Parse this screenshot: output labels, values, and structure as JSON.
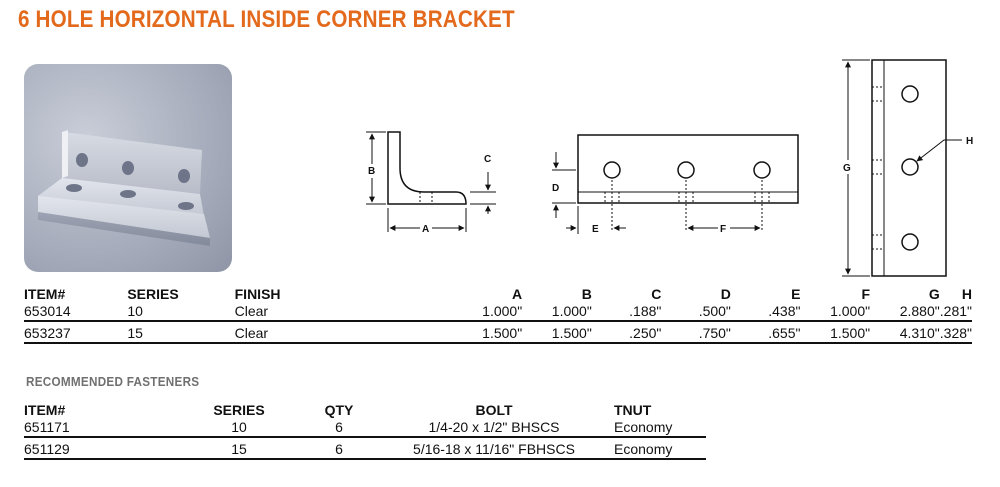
{
  "title": "6 HOLE HORIZONTAL INSIDE CORNER BRACKET",
  "dimension_labels": {
    "a": "A",
    "b": "B",
    "c": "C",
    "d": "D",
    "e": "E",
    "f": "F",
    "g": "G",
    "h": "H"
  },
  "spec_table": {
    "headers": {
      "item": "ITEM#",
      "series": "SERIES",
      "finish": "FINISH",
      "a": "A",
      "b": "B",
      "c": "C",
      "d": "D",
      "e": "E",
      "f": "F",
      "g": "G",
      "h": "H"
    },
    "rows": [
      {
        "item": "653014",
        "series": "10",
        "finish": "Clear",
        "a": "1.000\"",
        "b": "1.000\"",
        "c": ".188\"",
        "d": ".500\"",
        "e": ".438\"",
        "f": "1.000\"",
        "g": "2.880\"",
        "h": ".281\""
      },
      {
        "item": "653237",
        "series": "15",
        "finish": "Clear",
        "a": "1.500\"",
        "b": "1.500\"",
        "c": ".250\"",
        "d": ".750\"",
        "e": ".655\"",
        "f": "1.500\"",
        "g": "4.310\"",
        "h": ".328\""
      }
    ]
  },
  "fasteners": {
    "heading": "RECOMMENDED FASTENERS",
    "headers": {
      "item": "ITEM#",
      "series": "SERIES",
      "qty": "QTY",
      "bolt": "BOLT",
      "tnut": "TNUT"
    },
    "rows": [
      {
        "item": "651171",
        "series": "10",
        "qty": "6",
        "bolt": "1/4-20 x 1/2\" BHSCS",
        "tnut": "Economy"
      },
      {
        "item": "651129",
        "series": "15",
        "qty": "6",
        "bolt": "5/16-18 x 11/16\" FBHSCS",
        "tnut": "Economy"
      }
    ]
  }
}
